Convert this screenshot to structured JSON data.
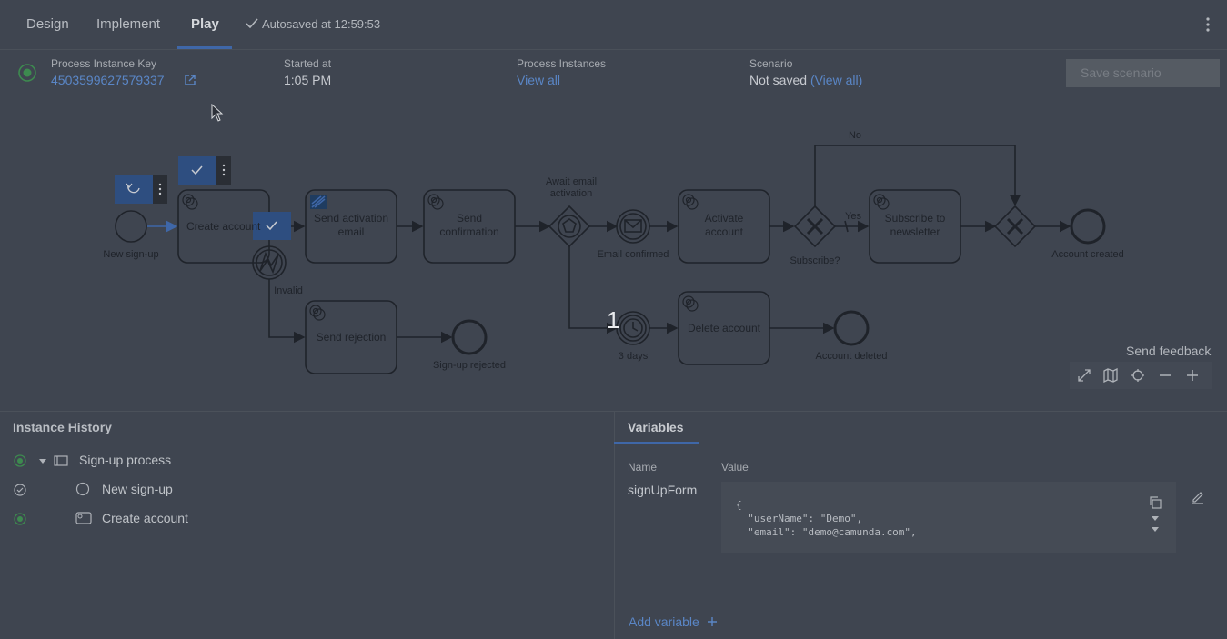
{
  "tabs": [
    {
      "label": "Design"
    },
    {
      "label": "Implement"
    },
    {
      "label": "Play"
    }
  ],
  "autosave": "Autosaved at 12:59:53",
  "info": {
    "instance_key_label": "Process Instance Key",
    "instance_key_value": "4503599627579337",
    "started_label": "Started at",
    "started_value": "1:05 PM",
    "instances_label": "Process Instances",
    "instances_link": "View all",
    "scenario_label": "Scenario",
    "scenario_value": "Not saved",
    "scenario_link": "(View all)",
    "save_button": "Save scenario"
  },
  "diagram": {
    "events": {
      "new_signup": "New sign-up",
      "signup_rejected": "Sign-up rejected",
      "email_confirmed": "Email confirmed",
      "three_days": "3 days",
      "account_deleted": "Account deleted",
      "account_created": "Account created"
    },
    "tasks": {
      "create_account": "Create account",
      "send_activation_1": "Send activation",
      "send_activation_2": "email",
      "send_confirmation_1": "Send",
      "send_confirmation_2": "confirmation",
      "activate_account_1": "Activate",
      "activate_account_2": "account",
      "subscribe_1": "Subscribe to",
      "subscribe_2": "newsletter",
      "send_rejection": "Send rejection",
      "delete_account": "Delete account"
    },
    "gateways": {
      "await_1": "Await email",
      "await_2": "activation",
      "subscribe": "Subscribe?"
    },
    "flows": {
      "invalid": "Invalid",
      "yes": "Yes",
      "no": "No"
    },
    "badge": "1"
  },
  "feedback": "Send feedback",
  "history": {
    "title": "Instance History",
    "items": [
      {
        "label": "Sign-up process"
      },
      {
        "label": "New sign-up"
      },
      {
        "label": "Create account"
      }
    ]
  },
  "variables": {
    "tab": "Variables",
    "name_header": "Name",
    "value_header": "Value",
    "name": "signUpForm",
    "code": [
      "{",
      "  \"userName\": \"Demo\",",
      "  \"email\": \"demo@camunda.com\","
    ],
    "add": "Add variable"
  },
  "colors": {
    "accent": "#3f67a8",
    "link": "#5a86c6",
    "active_green": "#3d8a4f"
  }
}
